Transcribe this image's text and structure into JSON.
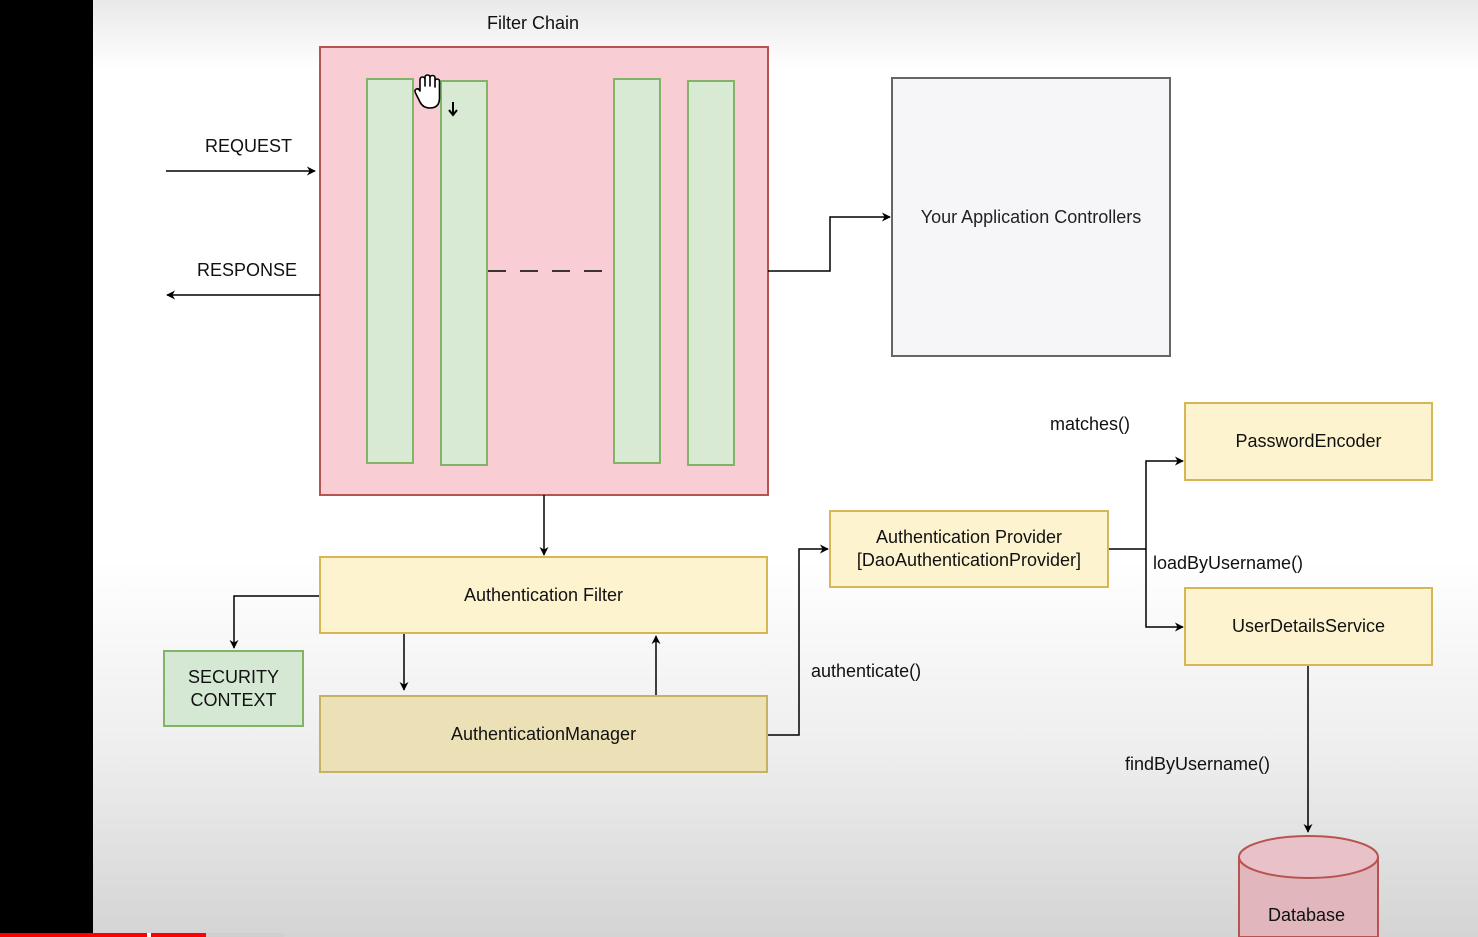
{
  "diagram": {
    "filter_chain_title": "Filter Chain",
    "request_label": "REQUEST",
    "response_label": "RESPONSE",
    "controllers_label": "Your Application Controllers",
    "authentication_filter_label": "Authentication Filter",
    "authentication_manager_label": "AuthenticationManager",
    "security_context_line1": "SECURITY",
    "security_context_line2": "CONTEXT",
    "authentication_provider_line1": "Authentication Provider",
    "authentication_provider_line2": "[DaoAuthenticationProvider]",
    "password_encoder_label": "PasswordEncoder",
    "user_details_service_label": "UserDetailsService",
    "database_label": "Database",
    "authenticate_call": "authenticate()",
    "matches_call": "matches()",
    "load_by_username_call": "loadByUsername()",
    "find_by_username_call": "findByUsername()"
  },
  "colors": {
    "filter_chain_fill": "#f8cdd3",
    "filter_chain_border": "#b85450",
    "filter_fill": "#d8ead3",
    "filter_border": "#82b366",
    "controller_fill": "#f6f5f8",
    "controller_border": "#666666",
    "component_fill": "#fdf3cf",
    "component_border": "#d6b656",
    "manager_fill": "#ece0b7",
    "database_fill": "#e1b6bd",
    "database_border": "#b85450"
  },
  "icons": {
    "cursor": "hand-grab-cursor-icon"
  },
  "player": {
    "progress_fraction": 0.1
  }
}
